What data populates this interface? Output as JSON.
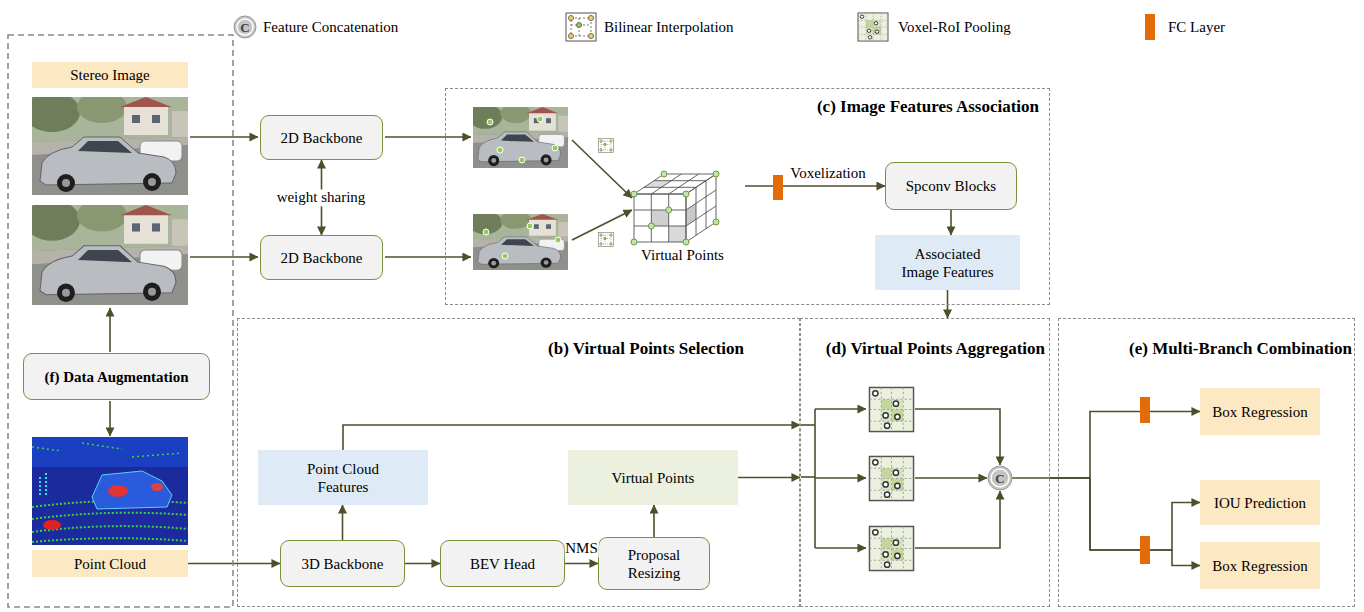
{
  "diagram": {
    "nodes": [
      {
        "text": [
          "Stereo Image"
        ]
      },
      {
        "text": [
          "2D Backbone"
        ]
      },
      {
        "text": [
          "2D Backbone"
        ]
      },
      {
        "text": [
          "(c) Image Features Association"
        ]
      },
      {
        "text": [
          "Virtual Points"
        ],
        "in": 3
      },
      {
        "text": [
          "Spconv Blocks"
        ],
        "in": 3
      },
      {
        "text": [
          "Associated Image Features"
        ],
        "in": 3
      },
      {
        "text": [
          "(f) Data Augmentation"
        ]
      },
      {
        "text": [
          "Point Cloud"
        ]
      },
      {
        "text": [
          "(b) Virtual Points Selection"
        ]
      },
      {
        "text": [
          "Point Cloud Features"
        ],
        "in": 9
      },
      {
        "text": [
          "Virtual Points"
        ],
        "in": 9
      },
      {
        "text": [
          "3D Backbone"
        ],
        "in": 9
      },
      {
        "text": [
          "BEV Head"
        ],
        "in": 9
      },
      {
        "text": [
          "Proposal Resizing"
        ],
        "in": 9
      },
      {
        "text": [
          "(d) Virtual Points Aggregation"
        ]
      },
      {
        "text": [
          "(e) Multi-Branch Combination"
        ]
      },
      {
        "text": [
          "Box Regression"
        ],
        "in": 16
      },
      {
        "text": [
          "IOU Prediction"
        ],
        "in": 16
      },
      {
        "text": [
          "Box Regression"
        ],
        "in": 16
      }
    ],
    "edges": [
      {
        "from": 1,
        "to": 2,
        "arrow": "both",
        "label": "weight sharing"
      },
      {
        "from": 4,
        "to": 5,
        "arrow": "to",
        "label": "Voxelization"
      },
      {
        "from": 5,
        "to": 6,
        "arrow": "to"
      },
      {
        "from": 6,
        "to": 15,
        "arrow": "to"
      },
      {
        "from": 8,
        "to": 12,
        "arrow": "to"
      },
      {
        "from": 12,
        "to": 10,
        "arrow": "to"
      },
      {
        "from": 12,
        "to": 13,
        "arrow": "to"
      },
      {
        "from": 13,
        "to": 14,
        "arrow": "to",
        "label": "NMS"
      },
      {
        "from": 14,
        "to": 11,
        "arrow": "to"
      },
      {
        "from": 10,
        "to": 15,
        "arrow": "to"
      },
      {
        "from": 11,
        "to": 15,
        "arrow": "to"
      },
      {
        "from": 15,
        "to": 17,
        "arrow": "to"
      },
      {
        "from": 15,
        "to": 18,
        "arrow": "to"
      },
      {
        "from": 15,
        "to": 19,
        "arrow": "to"
      }
    ],
    "labels": [
      "C",
      "C"
    ],
    "legend": [
      {
        "text": "Feature Concatenation"
      },
      {
        "text": "Bilinear Interpolation"
      },
      {
        "text": "Voxel-RoI Pooling"
      },
      {
        "text": "FC Layer",
        "color": "#e36c09"
      }
    ]
  }
}
